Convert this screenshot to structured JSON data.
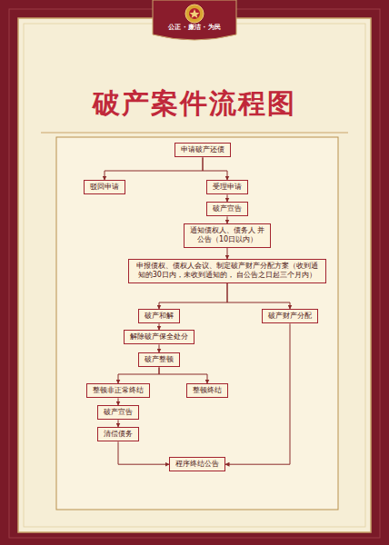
{
  "diagram": {
    "title": "破产案件流程图",
    "nodes": [
      {
        "text": [
          "申请破产还债"
        ]
      },
      {
        "text": [
          "驳回申请"
        ]
      },
      {
        "text": [
          "受理申请"
        ]
      },
      {
        "text": [
          "破产宣告"
        ]
      },
      {
        "text": [
          "通知债权人、债务人 并公告（10日以内）"
        ]
      },
      {
        "text": [
          "申报债权、债权人会议、制定破产财产分配方案（收到通知的30日内，未收到通知的， 自公告之日起三个月内）"
        ]
      },
      {
        "text": [
          "破产和解"
        ]
      },
      {
        "text": [
          "破产财产分配"
        ]
      },
      {
        "text": [
          "解除破产保全处分"
        ]
      },
      {
        "text": [
          "破产整顿"
        ]
      },
      {
        "text": [
          "整顿非正常终结"
        ]
      },
      {
        "text": [
          "整顿终结"
        ]
      },
      {
        "text": [
          "破产宣告"
        ]
      },
      {
        "text": [
          "清偿债务"
        ]
      },
      {
        "text": [
          "程序终结公告"
        ]
      }
    ],
    "edges": [
      {
        "from": 0,
        "to": 1,
        "arrow": "to"
      },
      {
        "from": 0,
        "to": 2,
        "arrow": "to"
      },
      {
        "from": 2,
        "to": 3,
        "arrow": "to"
      },
      {
        "from": 3,
        "to": 4,
        "arrow": "to"
      },
      {
        "from": 4,
        "to": 5,
        "arrow": "to"
      },
      {
        "from": 5,
        "to": 6,
        "arrow": "to"
      },
      {
        "from": 5,
        "to": 7,
        "arrow": "to"
      },
      {
        "from": 6,
        "to": 8,
        "arrow": "to"
      },
      {
        "from": 8,
        "to": 9,
        "arrow": "to"
      },
      {
        "from": 9,
        "to": 10,
        "arrow": "to"
      },
      {
        "from": 9,
        "to": 11,
        "arrow": "to"
      },
      {
        "from": 10,
        "to": 12,
        "arrow": "to"
      },
      {
        "from": 12,
        "to": 13,
        "arrow": "to"
      },
      {
        "from": 13,
        "to": 14,
        "arrow": "to"
      },
      {
        "from": 7,
        "to": 14,
        "arrow": "to"
      }
    ],
    "labels": [
      "公正 · 廉洁 · 为民"
    ]
  }
}
